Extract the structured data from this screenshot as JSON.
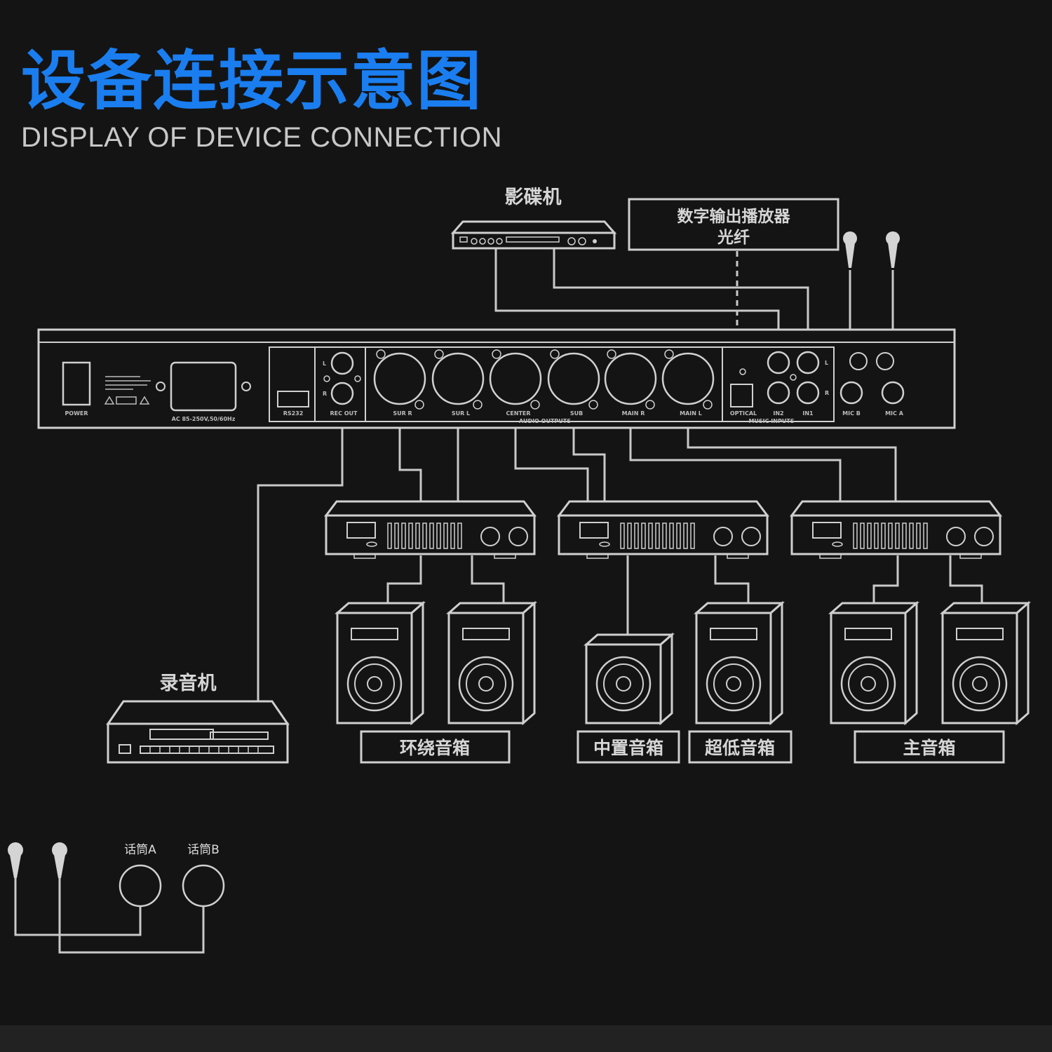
{
  "title": {
    "zh": "设备连接示意图",
    "en": "DISPLAY OF DEVICE CONNECTION"
  },
  "devices": {
    "dvd_player": "影碟机",
    "digital_player_line1": "数字输出播放器",
    "digital_player_line2": "光纤",
    "recorder": "录音机"
  },
  "panel_labels": {
    "power": "POWER",
    "ac": "AC 85-250V,50/60Hz",
    "rs232": "RS232",
    "rec_out": "REC OUT",
    "outputs": [
      "SUR R",
      "SUR L",
      "CENTER",
      "SUB",
      "MAIN R",
      "MAIN L"
    ],
    "audio_outputs": "AUDIO OUTPUTS",
    "optical": "OPTICAL",
    "in2": "IN2",
    "in1": "IN1",
    "music_inputs": "MUSIC INPUTS",
    "mic_b": "MIC B",
    "mic_a": "MIC A"
  },
  "speaker_groups": {
    "surround": "环绕音箱",
    "center": "中置音箱",
    "subwoofer": "超低音箱",
    "main": "主音箱"
  },
  "mic_jacks": {
    "a": "话筒A",
    "b": "话筒B"
  }
}
